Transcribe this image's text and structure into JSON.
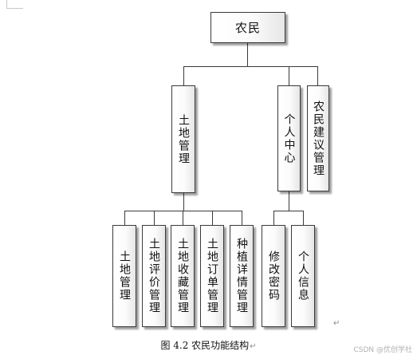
{
  "diagram": {
    "root": {
      "label": "农民"
    },
    "level1": [
      {
        "label": "土地管理",
        "children": [
          {
            "label": "土地管理"
          },
          {
            "label": "土地评价管理"
          },
          {
            "label": "土地收藏管理"
          },
          {
            "label": "土地订单管理"
          },
          {
            "label": "种植详情管理"
          }
        ]
      },
      {
        "label": "个人中心",
        "children": [
          {
            "label": "修改密码"
          },
          {
            "label": "个人信息"
          }
        ]
      },
      {
        "label": "农民建议管理",
        "children": []
      }
    ]
  },
  "caption": "图 4.2  农民功能结构",
  "paragraph_mark": "↵",
  "watermark": "CSDN @优创学社"
}
